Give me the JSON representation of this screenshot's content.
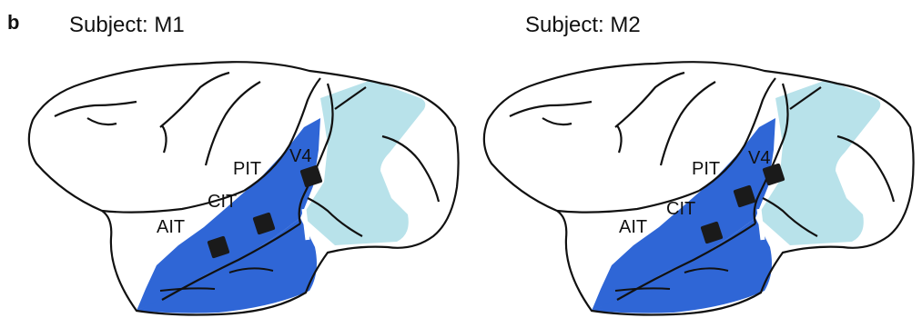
{
  "figure": {
    "panel_letter": "b",
    "colors": {
      "it_dark_blue": "#2f66d6",
      "v4_light_blue": "#b8e2ea",
      "electrode": "#1a1a1a",
      "outline": "#111111"
    },
    "panels": [
      {
        "title": "Subject: M1",
        "labels": {
          "ait": "AIT",
          "cit": "CIT",
          "pit": "PIT",
          "v4": "V4"
        }
      },
      {
        "title": "Subject: M2",
        "labels": {
          "ait": "AIT",
          "cit": "CIT",
          "pit": "PIT",
          "v4": "V4"
        }
      }
    ]
  }
}
